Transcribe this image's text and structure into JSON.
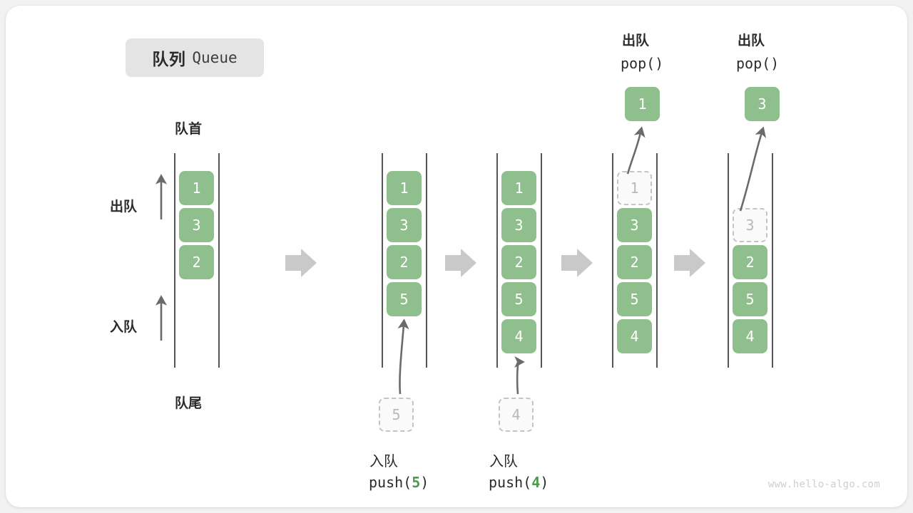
{
  "title": {
    "cn": "队列",
    "en": "Queue"
  },
  "axis_labels": {
    "front": "队首",
    "rear": "队尾",
    "dequeue": "出队",
    "enqueue": "入队"
  },
  "watermark": "www.hello-algo.com",
  "colors": {
    "cell_fill": "#8fbf8c",
    "cell_text": "#ffffff",
    "ghost_border": "#c4c4c4",
    "ghost_text": "#b8b8b8",
    "rail": "#555555",
    "arrow": "#6b6b6b",
    "separator": "#c9c9c9",
    "badge_bg": "#e4e4e4",
    "accent_green": "#4c9a4c"
  },
  "columns": [
    {
      "id": "state-initial",
      "cells": [
        {
          "value": "1",
          "state": "filled"
        },
        {
          "value": "3",
          "state": "filled"
        },
        {
          "value": "2",
          "state": "filled"
        }
      ]
    },
    {
      "id": "state-after-push-5",
      "cells": [
        {
          "value": "1",
          "state": "filled"
        },
        {
          "value": "3",
          "state": "filled"
        },
        {
          "value": "2",
          "state": "filled"
        },
        {
          "value": "5",
          "state": "filled"
        }
      ]
    },
    {
      "id": "state-after-push-4",
      "cells": [
        {
          "value": "1",
          "state": "filled"
        },
        {
          "value": "3",
          "state": "filled"
        },
        {
          "value": "2",
          "state": "filled"
        },
        {
          "value": "5",
          "state": "filled"
        },
        {
          "value": "4",
          "state": "filled"
        }
      ]
    },
    {
      "id": "state-pop-1",
      "cells": [
        {
          "value": "1",
          "state": "ghost"
        },
        {
          "value": "3",
          "state": "filled"
        },
        {
          "value": "2",
          "state": "filled"
        },
        {
          "value": "5",
          "state": "filled"
        },
        {
          "value": "4",
          "state": "filled"
        }
      ]
    },
    {
      "id": "state-pop-3",
      "cells": [
        {
          "value": "",
          "state": "empty"
        },
        {
          "value": "3",
          "state": "ghost"
        },
        {
          "value": "2",
          "state": "filled"
        },
        {
          "value": "5",
          "state": "filled"
        },
        {
          "value": "4",
          "state": "filled"
        }
      ]
    }
  ],
  "operations": {
    "push_5": {
      "label_cn": "入队",
      "call_prefix": "push(",
      "call_value": "5",
      "call_suffix": ")",
      "ghost_value": "5"
    },
    "push_4": {
      "label_cn": "入队",
      "call_prefix": "push(",
      "call_value": "4",
      "call_suffix": ")",
      "ghost_value": "4"
    },
    "pop_1": {
      "label_cn": "出队",
      "call": "pop()",
      "popped_value": "1"
    },
    "pop_3": {
      "label_cn": "出队",
      "call": "pop()",
      "popped_value": "3"
    }
  }
}
